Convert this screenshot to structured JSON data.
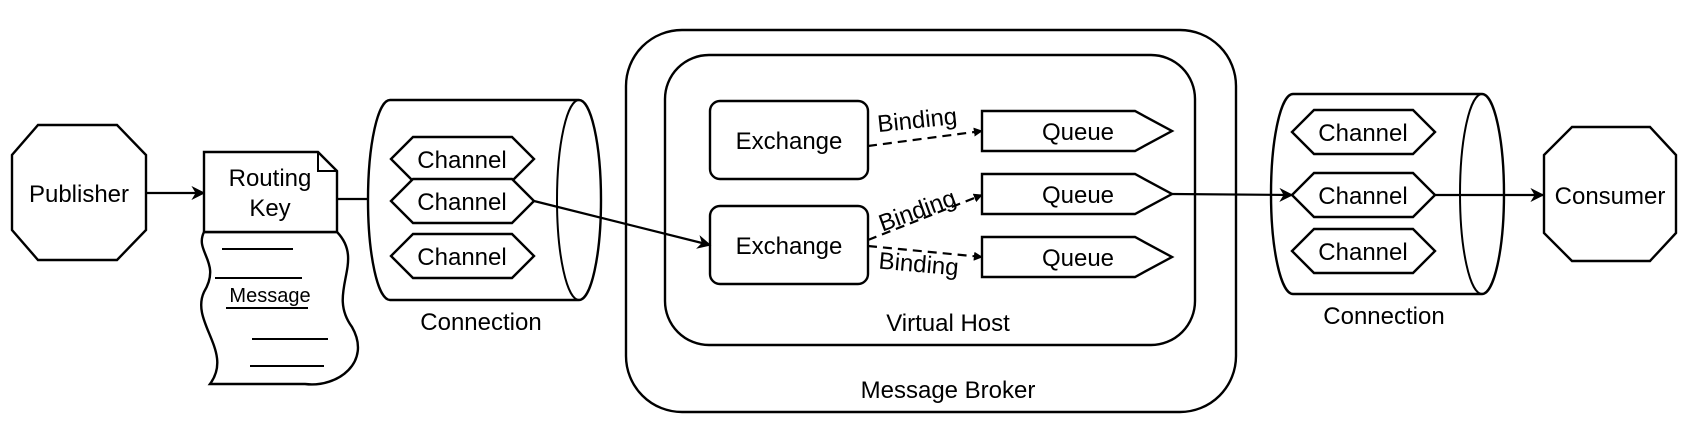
{
  "publisher": "Publisher",
  "routing_key": [
    "Routing",
    "Key"
  ],
  "message": "Message",
  "left_connection": {
    "label": "Connection",
    "channels": [
      "Channel",
      "Channel",
      "Channel"
    ]
  },
  "broker": {
    "label": "Message Broker",
    "virtual_host": {
      "label": "Virtual Host",
      "exchanges": [
        "Exchange",
        "Exchange"
      ],
      "bindings": [
        "Binding",
        "Binding",
        "Binding"
      ],
      "queues": [
        "Queue",
        "Queue",
        "Queue"
      ]
    }
  },
  "right_connection": {
    "label": "Connection",
    "channels": [
      "Channel",
      "Channel",
      "Channel"
    ]
  },
  "consumer": "Consumer"
}
